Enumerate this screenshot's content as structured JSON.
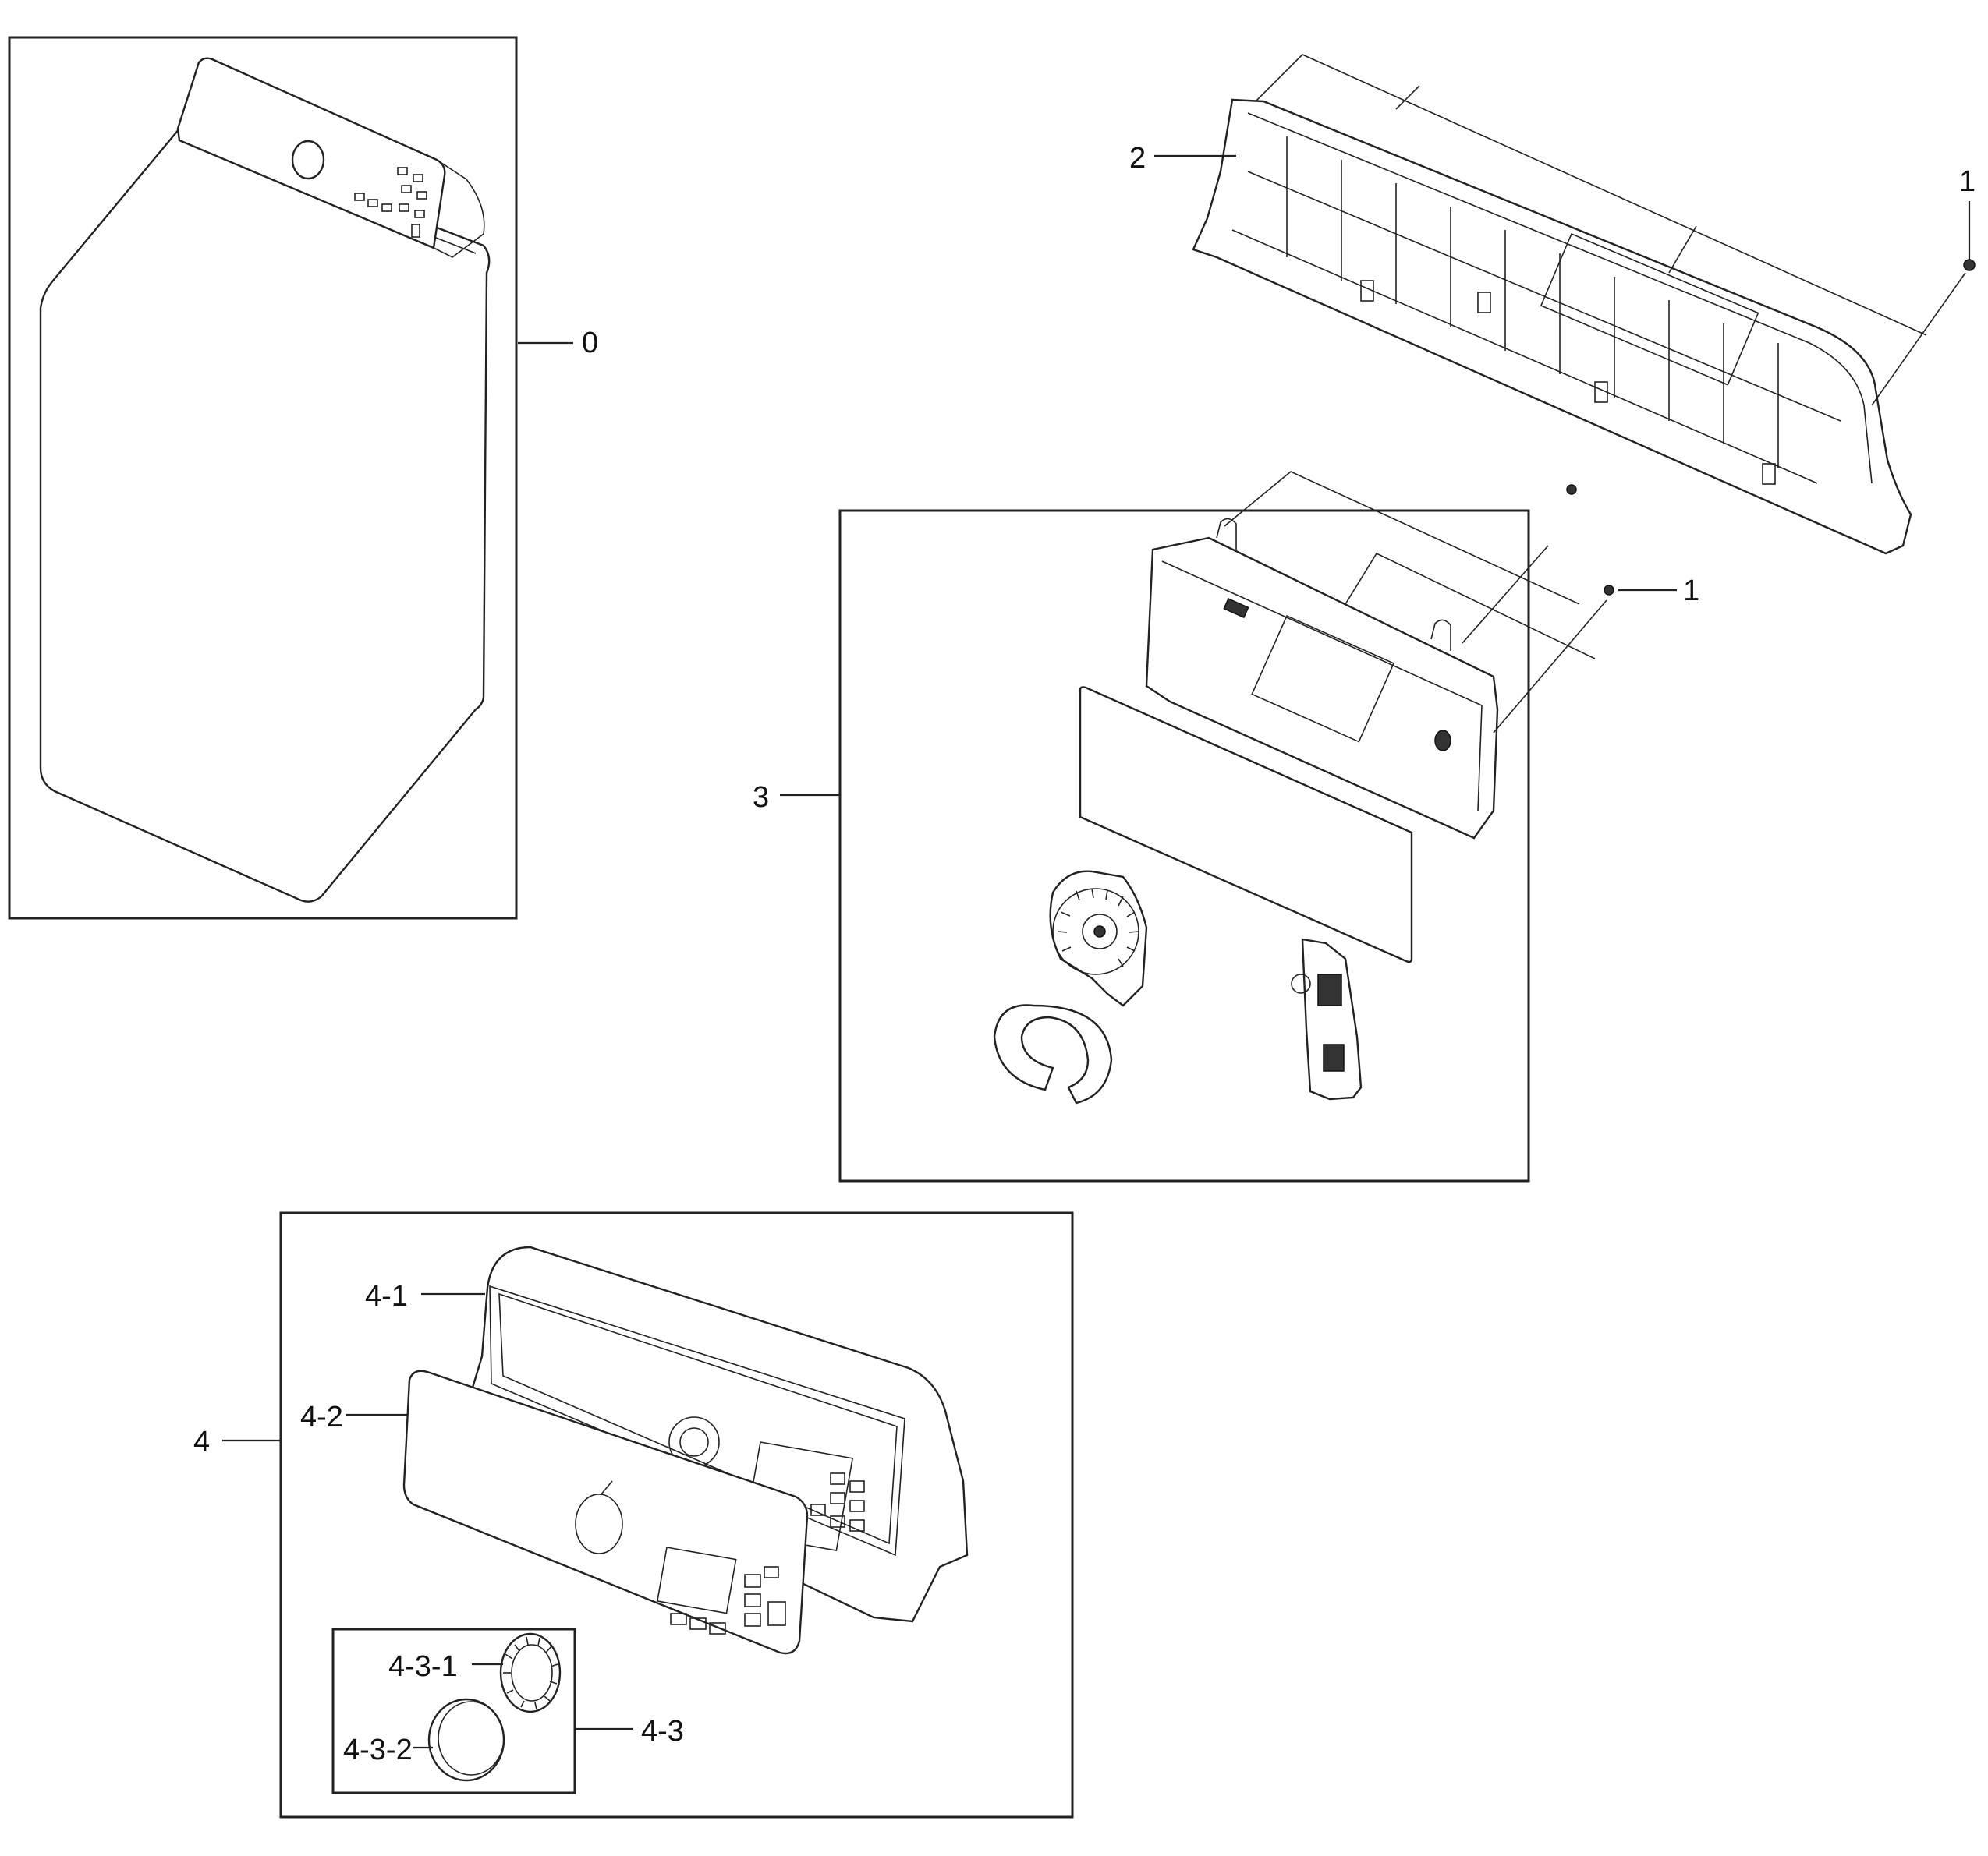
{
  "diagram": {
    "labels": {
      "item_0": "0",
      "item_1_top": "1",
      "item_1_mid": "1",
      "item_2": "2",
      "item_3": "3",
      "item_4": "4",
      "item_4_1": "4-1",
      "item_4_2": "4-2",
      "item_4_3": "4-3",
      "item_4_3_1": "4-3-1",
      "item_4_3_2": "4-3-2"
    }
  }
}
